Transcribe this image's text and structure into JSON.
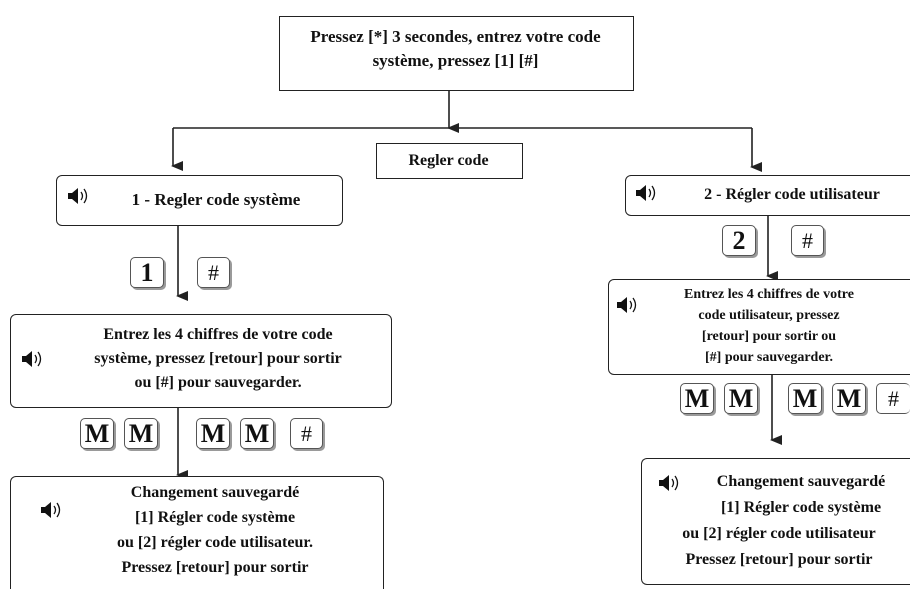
{
  "start": {
    "line1": "Pressez [*] 3 secondes, entrez votre code",
    "line2": "système, pressez [1] [#]"
  },
  "center": {
    "label": "Regler code"
  },
  "left": {
    "title": "1 - Regler code système",
    "keys_first": [
      "1",
      "#"
    ],
    "entry": {
      "line1": "Entrez les 4 chiffres de votre code",
      "line2": "système, pressez [retour] pour sortir",
      "line3": "ou [#] pour sauvegarder."
    },
    "keys_second": [
      "M",
      "M",
      "M",
      "M",
      "#"
    ],
    "saved": {
      "line1": "Changement sauvegardé",
      "line2": "[1] Régler code système",
      "line3": "ou [2] régler code utilisateur.",
      "line4": "Pressez [retour] pour sortir"
    }
  },
  "right": {
    "title": "2 - Régler code utilisateur",
    "keys_first": [
      "2",
      "#"
    ],
    "entry": {
      "line1": "Entrez les 4 chiffres de votre",
      "line2": "code utilisateur, pressez",
      "line3": "[retour] pour sortir ou",
      "line4": "[#] pour sauvegarder."
    },
    "keys_second": [
      "M",
      "M",
      "M",
      "M",
      "#"
    ],
    "saved": {
      "line1": "Changement sauvegardé",
      "line2": "[1] Régler code système",
      "line3": "ou [2] régler code utilisateur",
      "line4": "Pressez [retour] pour sortir"
    }
  },
  "colors": {
    "line": "#222222",
    "text": "#111111",
    "key_border": "#555555"
  },
  "icons": {
    "speaker": "speaker-icon",
    "arrow": "arrow-down-icon"
  }
}
